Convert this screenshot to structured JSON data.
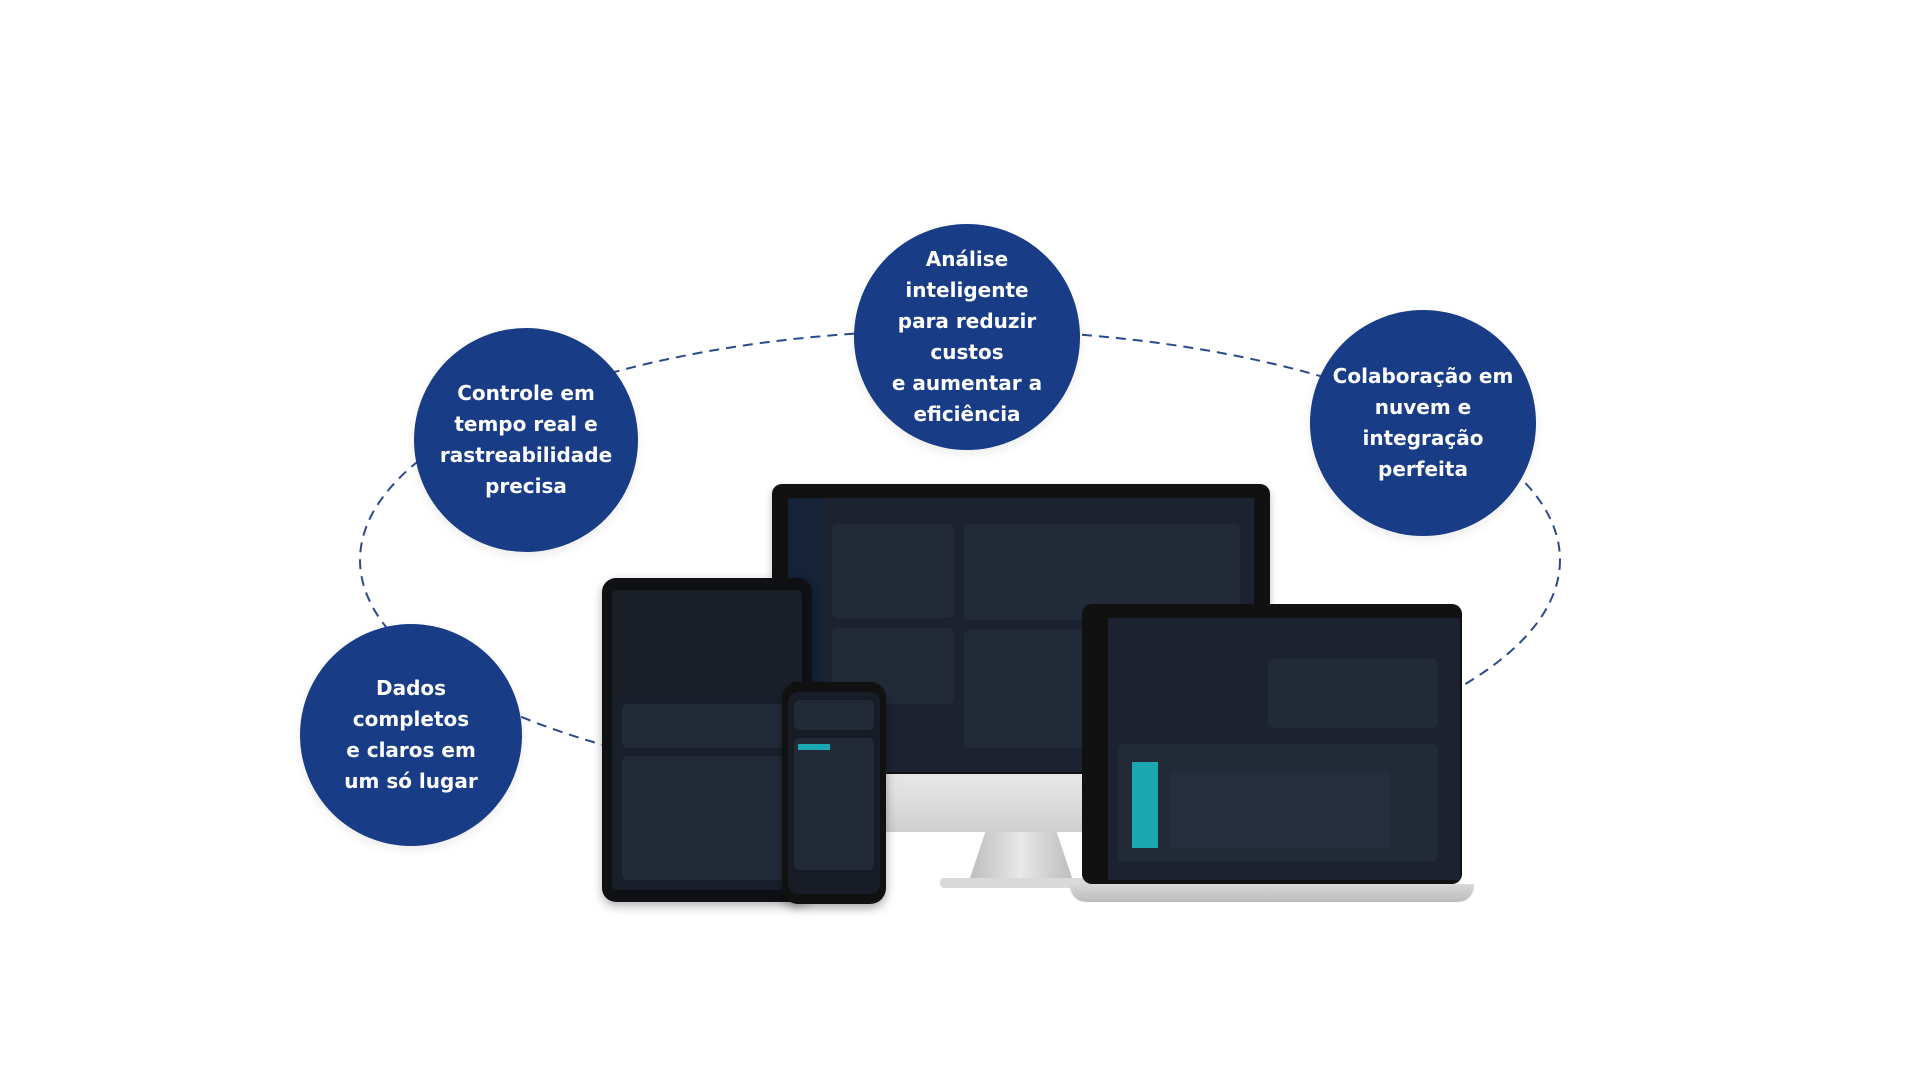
{
  "bubbles": [
    {
      "id": "controle",
      "text": "Controle em\ntempo real e\nrastreabilidade\nprecisa"
    },
    {
      "id": "analise",
      "text": "Análise inteligente\npara reduzir custos\ne aumentar a\neficiência"
    },
    {
      "id": "colaboracao",
      "text": "Colaboração em\nnuvem e integração\nperfeita"
    },
    {
      "id": "dados",
      "text": "Dados completos\ne claros em\num só lugar"
    }
  ],
  "colors": {
    "bubble": "#183c86",
    "dash": "#2b4a8e",
    "screen_bg": "#1c2230",
    "accent": "#1aa7b1"
  }
}
